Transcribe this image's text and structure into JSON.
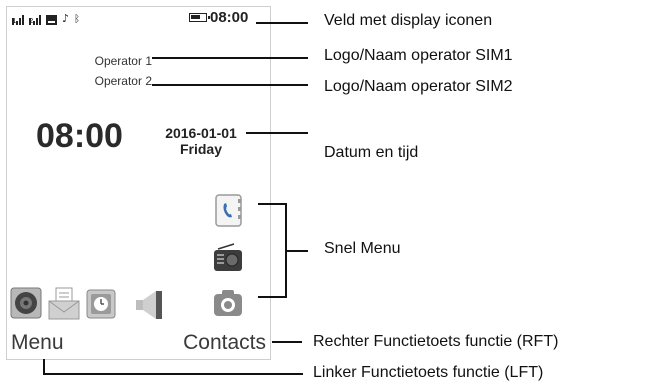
{
  "phone": {
    "status_time": "08:00",
    "operator_1": "Operator 1",
    "operator_2": "Operator 2",
    "clock": "08:00",
    "date": "2016-01-01",
    "weekday": "Friday",
    "left_softkey": "Menu",
    "right_softkey": "Contacts",
    "quick_menu_icons": [
      "phone-book-icon",
      "radio-icon",
      "camera-icon"
    ],
    "dock_icons": [
      "speaker-icon",
      "message-icon",
      "alarm-icon",
      "volume-icon",
      "camera-icon"
    ],
    "status_icons": [
      "signal-sim1-icon",
      "signal-sim2-icon",
      "sim-card-icon",
      "music-note-icon",
      "bluetooth-icon",
      "battery-icon"
    ]
  },
  "labels": {
    "display_icons": "Veld met display iconen",
    "sim1": "Logo/Naam operator SIM1",
    "sim2": "Logo/Naam operator SIM2",
    "datetime": "Datum en tijd",
    "quick_menu": "Snel Menu",
    "rft": "Rechter Functietoets functie (RFT)",
    "lft": "Linker Functietoets functie (LFT)"
  },
  "colors": {
    "line": "#111111",
    "icon_blue": "#3b6fb0",
    "icon_gray": "#8a8a8a"
  }
}
